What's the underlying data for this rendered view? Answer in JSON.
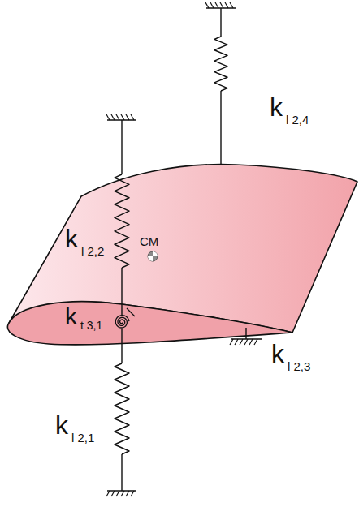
{
  "diagram": {
    "labels": [
      "k",
      "l 2,4",
      "k",
      "l 2,2",
      "CM",
      "k",
      "t 3,1",
      "k",
      "l 2,3",
      "k",
      "l 2,1"
    ]
  }
}
